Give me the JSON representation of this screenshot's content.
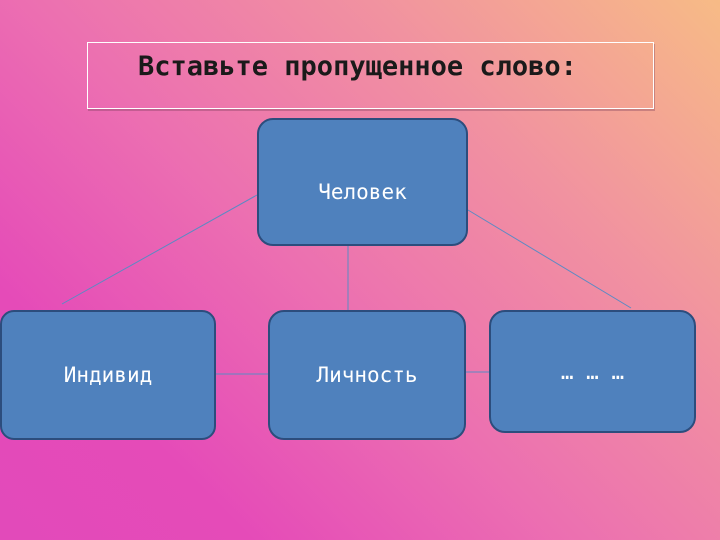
{
  "title": "Вставьте пропущенное слово:",
  "nodes": {
    "top": "Человек",
    "left": "Индивид",
    "middle": "Личность",
    "right": "… … …"
  },
  "colors": {
    "node_fill": "#4f81bd",
    "node_border": "#2c4d7d",
    "connector": "#5b8ac4"
  }
}
